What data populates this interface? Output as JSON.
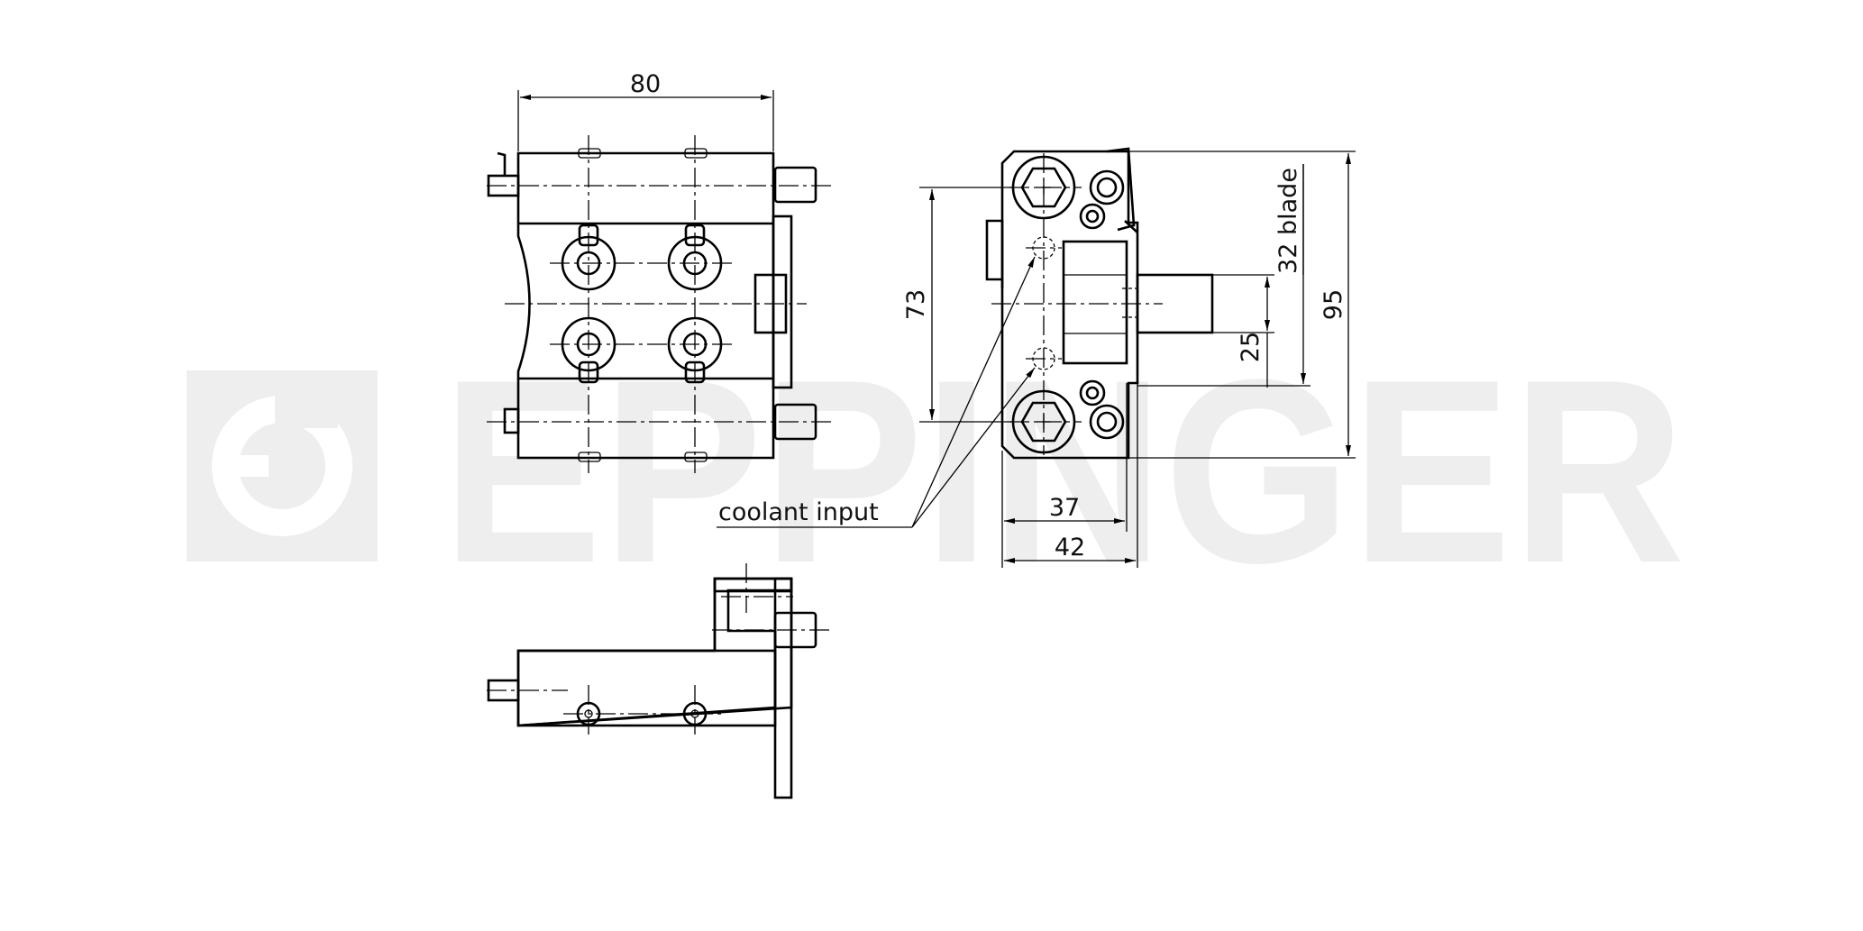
{
  "drawing": {
    "dimensions": {
      "width_top": "80",
      "height_left": "73",
      "height_right": "95",
      "blade": "32  blade",
      "shank": "25",
      "depth_inner": "37",
      "depth_outer": "42"
    },
    "annotation": "coolant  input",
    "watermark": {
      "text": "EPPINGER",
      "color": "#eeeeee"
    }
  }
}
